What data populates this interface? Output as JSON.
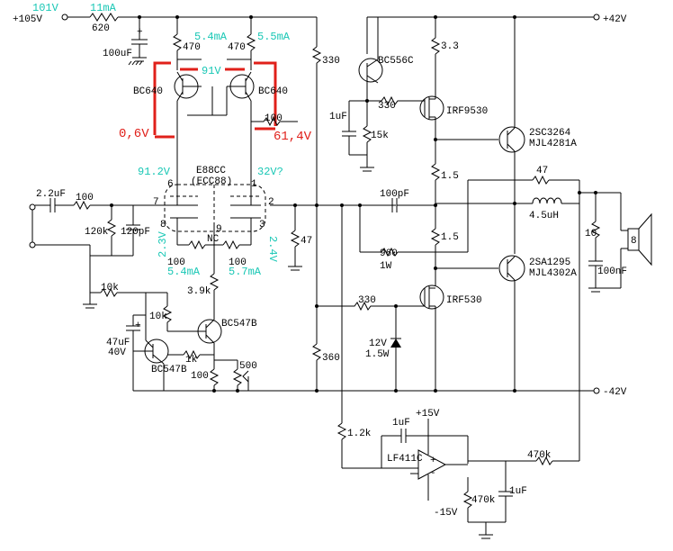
{
  "supply": {
    "v_meas": "101V",
    "v_nom": "+105V",
    "i_meas": "11mA",
    "pos_rail": "+42V",
    "neg_rail": "-42V",
    "op_pos": "+15V",
    "op_neg": "-15V"
  },
  "resistors": {
    "r620": "620",
    "r470a": "470",
    "r470b": "470",
    "r330a": "330",
    "r330b": "330",
    "r330c": "330",
    "r3_3": "3.3",
    "r15k": "15k",
    "r1_5a": "1.5",
    "r1_5b": "1.5",
    "r47a": "47",
    "r47b": "47",
    "r100in": "100",
    "r120k": "120k",
    "r100a": "100",
    "r100b": "100",
    "r100c": "100",
    "r960": "960",
    "r1w": "1W",
    "r10a": "10",
    "r10k_a": "10k",
    "r10k_b": "10k",
    "r3_9k": "3.9k",
    "r1k": "1k",
    "r100d": "100",
    "r500": "500",
    "r360": "360",
    "r1_2k": "1.2k",
    "r470k_a": "470k",
    "r470k_b": "470k"
  },
  "capacitors": {
    "c100uf": "100uF",
    "c1uf_a": "1uF",
    "c2_2uf": "2.2uF",
    "c120pf": "120pF",
    "c100pf": "100pF",
    "c100nf": "100nF",
    "c47uf": "47uF",
    "c40v": "40V",
    "c1uf_b": "1uF",
    "c1uf_c": "1uF"
  },
  "semis": {
    "bc640a": "BC640",
    "bc640b": "BC640",
    "bc556c": "BC556C",
    "irf9530": "IRF9530",
    "irf530": "IRF530",
    "q2sc": "2SC3264",
    "mjl_n": "MJL4281A",
    "q2sa": "2SA1295",
    "mjl_p": "MJL4302A",
    "bc547a": "BC547B",
    "bc547b": "BC547B",
    "zener_v": "12V",
    "zener_w": "1.5W",
    "opamp": "LF411C",
    "tube": "E88CC",
    "tube_alt": "(ECC88)",
    "nc": "NC",
    "inductor": "4.5uH",
    "speaker": "8"
  },
  "pins": {
    "p6": "6",
    "p7": "7",
    "p8": "8",
    "p9": "9",
    "p1": "1",
    "p2": "2",
    "p3": "3"
  },
  "meas": {
    "i5_4a": "5.4mA",
    "i5_5": "5.5mA",
    "v91": "91V",
    "v91_2": "91.2V",
    "v32": "32V?",
    "v2_3": "2.3V",
    "v2_4": "2.4V",
    "i5_4b": "5.4mA",
    "i5_7": "5.7mA",
    "v0_6": "0,6V",
    "v61_4": "61,4V"
  },
  "opamp_signs": {
    "plus": "+",
    "minus": "-"
  },
  "cap_signs": {
    "plus1": "+",
    "plus2": "+"
  }
}
